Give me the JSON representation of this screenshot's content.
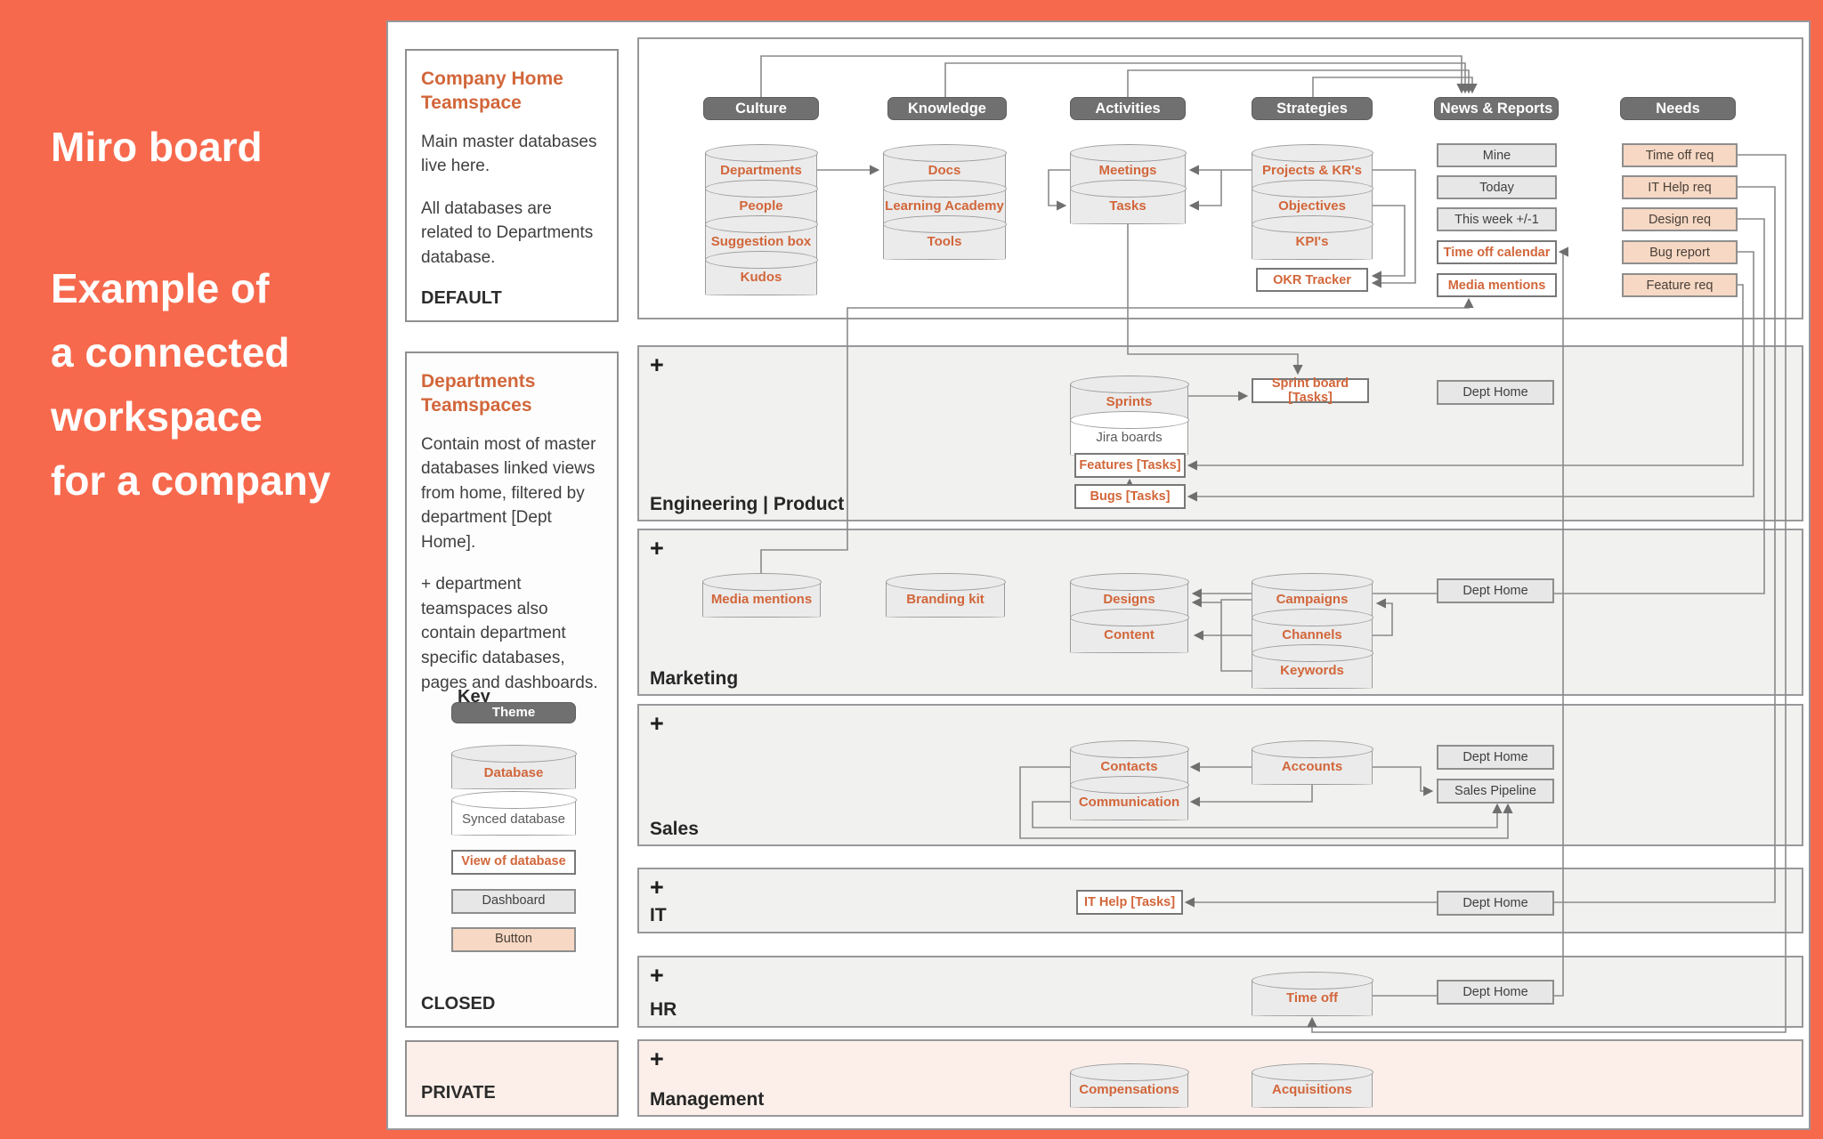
{
  "sidebar": {
    "title": "Miro board",
    "subtitle": "Example of\na connected\nworkspace\nfor a company"
  },
  "colors": {
    "background_orange": "#f7694d",
    "text_orange": "#d2663a",
    "theme_gray": "#707070",
    "button_peach": "#f6d8c4",
    "section_gray": "#f1f1f0",
    "private_pink": "#fcefe9"
  },
  "panels": {
    "company_home": {
      "title": "Company Home Teamspace",
      "body1": "Main master databases live here.",
      "body2": "All databases are related to Departments database.",
      "footer": "DEFAULT"
    },
    "departments": {
      "title": "Departments Teamspaces",
      "body1": "Contain most of master databases linked views from home, filtered by department [Dept Home].",
      "body2": "+ department teamspaces also contain department specific databases, pages and dashboards.",
      "footer": "CLOSED",
      "key": {
        "title": "Key",
        "theme": "Theme",
        "database": "Database",
        "synced": "Synced database",
        "view": "View of database",
        "dashboard": "Dashboard",
        "button": "Button"
      }
    },
    "private": {
      "footer": "PRIVATE"
    }
  },
  "home": {
    "culture": {
      "header": "Culture",
      "items": [
        "Departments",
        "People",
        "Suggestion box",
        "Kudos"
      ]
    },
    "knowledge": {
      "header": "Knowledge",
      "items": [
        "Docs",
        "Learning Academy",
        "Tools"
      ]
    },
    "activities": {
      "header": "Activities",
      "items": [
        "Meetings",
        "Tasks"
      ]
    },
    "strategies": {
      "header": "Strategies",
      "items": [
        "Projects & KR's",
        "Objectives",
        "KPI's"
      ],
      "okr_tracker": "OKR Tracker"
    },
    "news_reports": {
      "header": "News & Reports",
      "dashboards": [
        "Mine",
        "Today",
        "This week +/-1"
      ],
      "views": [
        "Time off calendar",
        "Media mentions"
      ]
    },
    "needs": {
      "header": "Needs",
      "buttons": [
        "Time off req",
        "IT Help req",
        "Design req",
        "Bug report",
        "Feature req"
      ]
    }
  },
  "sections": {
    "plus": "+",
    "dept_home": "Dept Home",
    "engineering": {
      "title": "Engineering | Product",
      "sprints": "Sprints",
      "jira_boards": "Jira boards",
      "features": "Features [Tasks]",
      "bugs": "Bugs [Tasks]",
      "sprint_board": "Sprint board [Tasks]"
    },
    "marketing": {
      "title": "Marketing",
      "media_mentions": "Media mentions",
      "branding_kit": "Branding kit",
      "designs": "Designs",
      "content": "Content",
      "campaigns": "Campaigns",
      "channels": "Channels",
      "keywords": "Keywords"
    },
    "sales": {
      "title": "Sales",
      "contacts": "Contacts",
      "communication": "Communication",
      "accounts": "Accounts",
      "sales_pipeline": "Sales Pipeline"
    },
    "it": {
      "title": "IT",
      "it_help": "IT Help [Tasks]"
    },
    "hr": {
      "title": "HR",
      "time_off": "Time off"
    },
    "management": {
      "title": "Management",
      "compensations": "Compensations",
      "acquisitions": "Acquisitions"
    }
  }
}
